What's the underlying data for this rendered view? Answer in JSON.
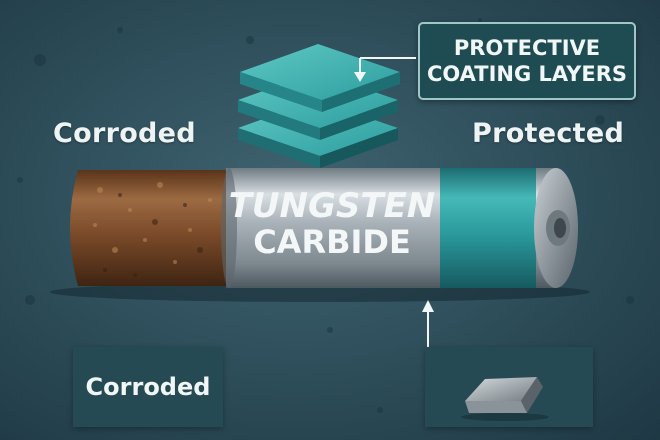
{
  "labels": {
    "corroded_top": "Corroded",
    "protected_top": "Protected",
    "corroded_box": "Corroded"
  },
  "callout": {
    "line1": "PROTECTIVE",
    "line2": "COATING LAYERS"
  },
  "rod": {
    "line1": "TUNGSTEN",
    "line2": "CARBIDE"
  },
  "colors": {
    "background": "#2c4c58",
    "rust": "#7a4a2a",
    "metal": "#9aa4ab",
    "coating": "#2a9a9c",
    "callout_fill": "#1f4b53"
  },
  "icons": [
    "up-arrow-icon",
    "down-arrow-icon",
    "tungsten-block-icon"
  ]
}
